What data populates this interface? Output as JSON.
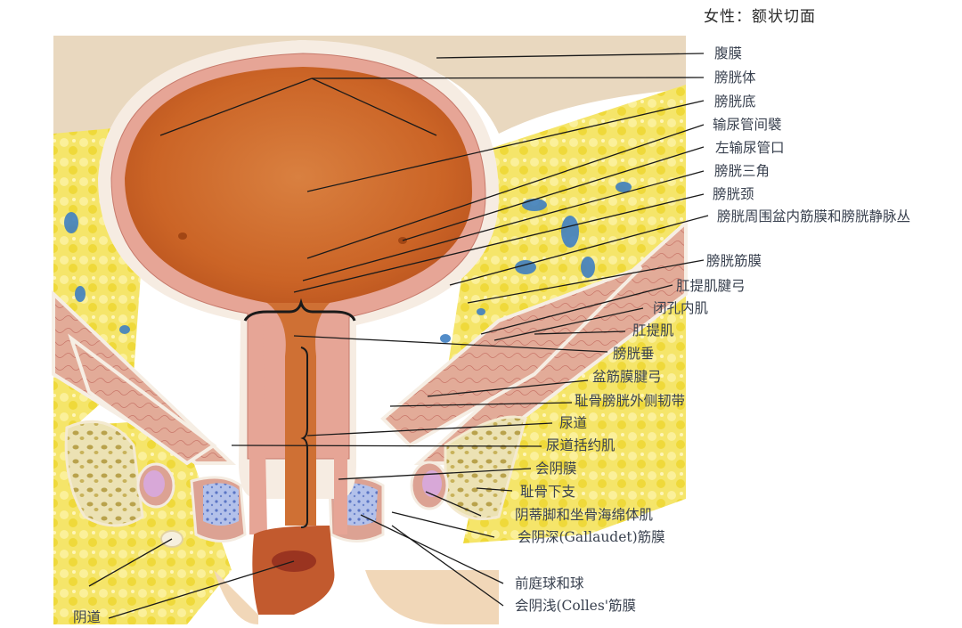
{
  "title": "女性：额状切面",
  "colors": {
    "bladder_lumen": "#cf6a2a",
    "bladder_wall": "#e8a99a",
    "fat": "#f3e04a",
    "veins": "#3f7fc2",
    "muscle": "#dca08e",
    "bone": "#ece0b0",
    "bone_spots": "#b8a24a",
    "bulb": "#a9b8e6",
    "crus": "#d6a6d6",
    "skin": "#f2dcc0",
    "peritoneum_bg": "#ecdcc4",
    "leader_line": "#1a1a1a",
    "label_text": "#3a4250"
  },
  "labels": [
    {
      "id": "peritoneum",
      "text": "腹膜"
    },
    {
      "id": "bladder-body",
      "text": "膀胱体"
    },
    {
      "id": "bladder-fundus",
      "text": "膀胱底"
    },
    {
      "id": "interureteric-fold",
      "text": "输尿管间襞"
    },
    {
      "id": "left-ureteric-orifice",
      "text": "左输尿管口"
    },
    {
      "id": "trigone",
      "text": "膀胱三角"
    },
    {
      "id": "bladder-neck",
      "text": "膀胱颈"
    },
    {
      "id": "perivesical-fascia-plexus",
      "text": "膀胱周围盆内筋膜和膀胱静脉丛"
    },
    {
      "id": "vesical-fascia",
      "text": "膀胱筋膜"
    },
    {
      "id": "levator-ani-tendinous-arch",
      "text": "肛提肌腱弓"
    },
    {
      "id": "obturator-internus",
      "text": "闭孔内肌"
    },
    {
      "id": "levator-ani",
      "text": "肛提肌"
    },
    {
      "id": "uvula",
      "text": "膀胱垂"
    },
    {
      "id": "pelvic-fascia-tendinous-arch",
      "text": "盆筋膜腱弓"
    },
    {
      "id": "pubovesical-lateral-ligament",
      "text": "耻骨膀胱外侧韧带"
    },
    {
      "id": "urethra",
      "text": "尿道"
    },
    {
      "id": "urethral-sphincter",
      "text": "尿道括约肌"
    },
    {
      "id": "perineal-membrane",
      "text": "会阴膜"
    },
    {
      "id": "inferior-pubic-ramus",
      "text": "耻骨下支"
    },
    {
      "id": "crus-ischiocavernosus",
      "text": "阴蒂脚和坐骨海绵体肌"
    },
    {
      "id": "deep-perineal-fascia",
      "text": "会阴深(Gallaudet)筋膜"
    },
    {
      "id": "vestibular-bulb",
      "text": "前庭球和球"
    },
    {
      "id": "superficial-perineal-fascia",
      "text": "会阴浅(Colles'筋膜"
    },
    {
      "id": "vagina",
      "text": "阴道"
    }
  ]
}
